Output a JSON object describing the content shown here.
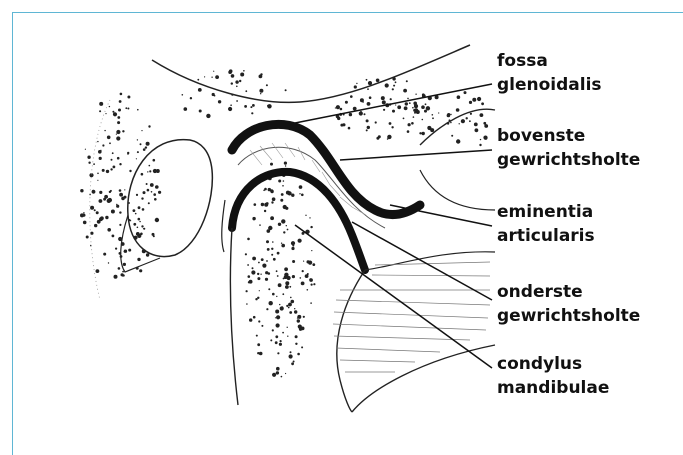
{
  "frame": {
    "border_color": "#5fb6d4"
  },
  "labels": [
    {
      "id": "fossa",
      "line1": "fossa",
      "line2": "glenoidalis"
    },
    {
      "id": "bovenste",
      "line1": "bovenste",
      "line2": "gewrichtsholte"
    },
    {
      "id": "eminentia",
      "line1": "eminentia",
      "line2": "articularis"
    },
    {
      "id": "onderste",
      "line1": "onderste",
      "line2": "gewrichtsholte"
    },
    {
      "id": "condylus",
      "line1": "condylus",
      "line2": "mandibulae"
    }
  ]
}
